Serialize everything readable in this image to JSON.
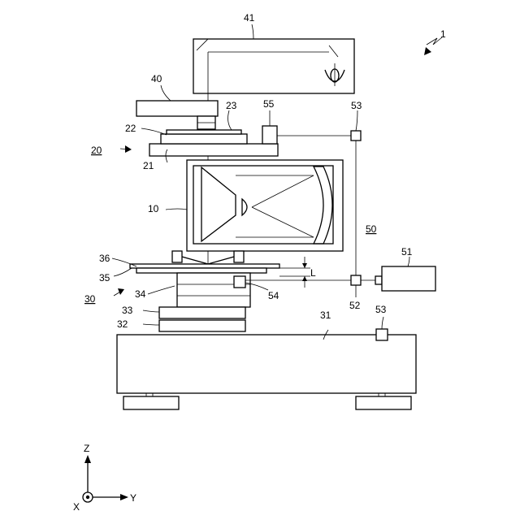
{
  "figure": {
    "labels": {
      "l1": "1",
      "l10": "10",
      "l20": "20",
      "l21": "21",
      "l22": "22",
      "l23": "23",
      "l30": "30",
      "l31": "31",
      "l32": "32",
      "l33": "33",
      "l34": "34",
      "l35": "35",
      "l36": "36",
      "l40": "40",
      "l41": "41",
      "l50": "50",
      "l51": "51",
      "l52": "52",
      "l53a": "53",
      "l53b": "53",
      "l54": "54",
      "l55": "55",
      "gap": "L"
    },
    "axes": {
      "z": "Z",
      "y": "Y",
      "x": "X"
    }
  }
}
